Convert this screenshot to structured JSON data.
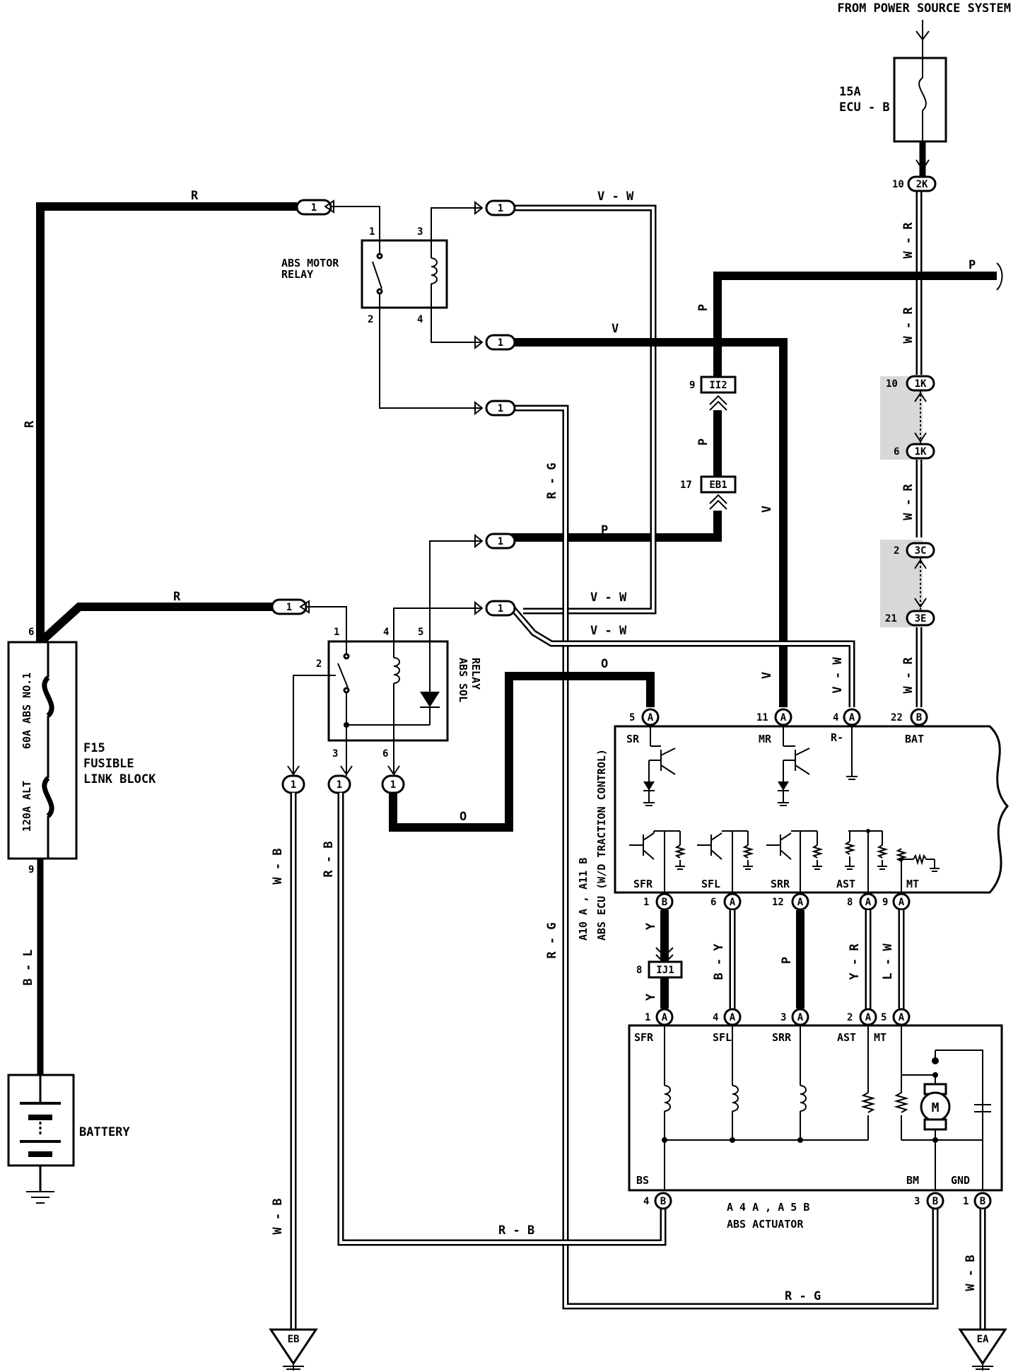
{
  "header": {
    "power_source": "FROM POWER SOURCE SYSTEM"
  },
  "fuse_ecu_b": {
    "rating": "15A",
    "name": "ECU - B"
  },
  "fusible_link": {
    "id": "F15",
    "line1": "FUSIBLE",
    "line2": "LINK BLOCK",
    "fuse_abs": "60A ABS NO.1",
    "fuse_alt": "120A ALT",
    "pin_top": "6",
    "pin_bottom": "9"
  },
  "battery": {
    "label": "BATTERY"
  },
  "motor_relay": {
    "line1": "ABS MOTOR",
    "line2": "RELAY",
    "pins": [
      "1",
      "3",
      "2",
      "4"
    ]
  },
  "sol_relay": {
    "line1": "ABS SOL",
    "line2": "RELAY",
    "pins": [
      "1",
      "2",
      "4",
      "5",
      "3",
      "6"
    ]
  },
  "ecu": {
    "title": "ABS ECU (W/D TRACTION CONTROL)",
    "connector_ref": "A10 A , A11 B",
    "top_terminals": [
      "SR",
      "MR",
      "R-",
      "BAT"
    ],
    "top_pins": [
      "5",
      "11",
      "4",
      "22"
    ],
    "bottom_terminals": [
      "SFR",
      "SFL",
      "SRR",
      "AST",
      "MT"
    ],
    "bottom_pins": [
      "1",
      "6",
      "12",
      "8",
      "9"
    ]
  },
  "actuator": {
    "title": "ABS ACTUATOR",
    "connector_ref": "A 4 A , A 5 B",
    "top_terminals": [
      "SFR",
      "SFL",
      "SRR",
      "AST",
      "MT"
    ],
    "top_pins": [
      "1",
      "4",
      "3",
      "2",
      "5"
    ],
    "bottom_terminals": [
      "BS",
      "BM",
      "GND"
    ],
    "bottom_pins": [
      "4",
      "3",
      "1"
    ]
  },
  "connectors": {
    "c2k": "2K",
    "c2k_pin": "10",
    "c1k": "1K",
    "c1k_pin_a": "10",
    "c1k_pin_b": "6",
    "c3c": "3C",
    "c3c_pin": "2",
    "c3e": "3E",
    "c3e_pin": "21",
    "ii2": "II2",
    "ii2_pin": "9",
    "eb1": "EB1",
    "eb1_pin": "17",
    "ij1": "IJ1",
    "ij1_pin": "8",
    "one": "1",
    "letter_a": "A",
    "letter_b": "B"
  },
  "grounds": {
    "left": "EB",
    "right": "EA"
  },
  "wires": {
    "r": "R",
    "v_w": "V - W",
    "v": "V",
    "p": "P",
    "r_g": "R - G",
    "o": "O",
    "w_b": "W - B",
    "r_b": "R - B",
    "w_r": "W - R",
    "b_l": "B - L",
    "y": "Y",
    "b_y": "B - Y",
    "y_r": "Y - R",
    "l_w": "L - W"
  }
}
